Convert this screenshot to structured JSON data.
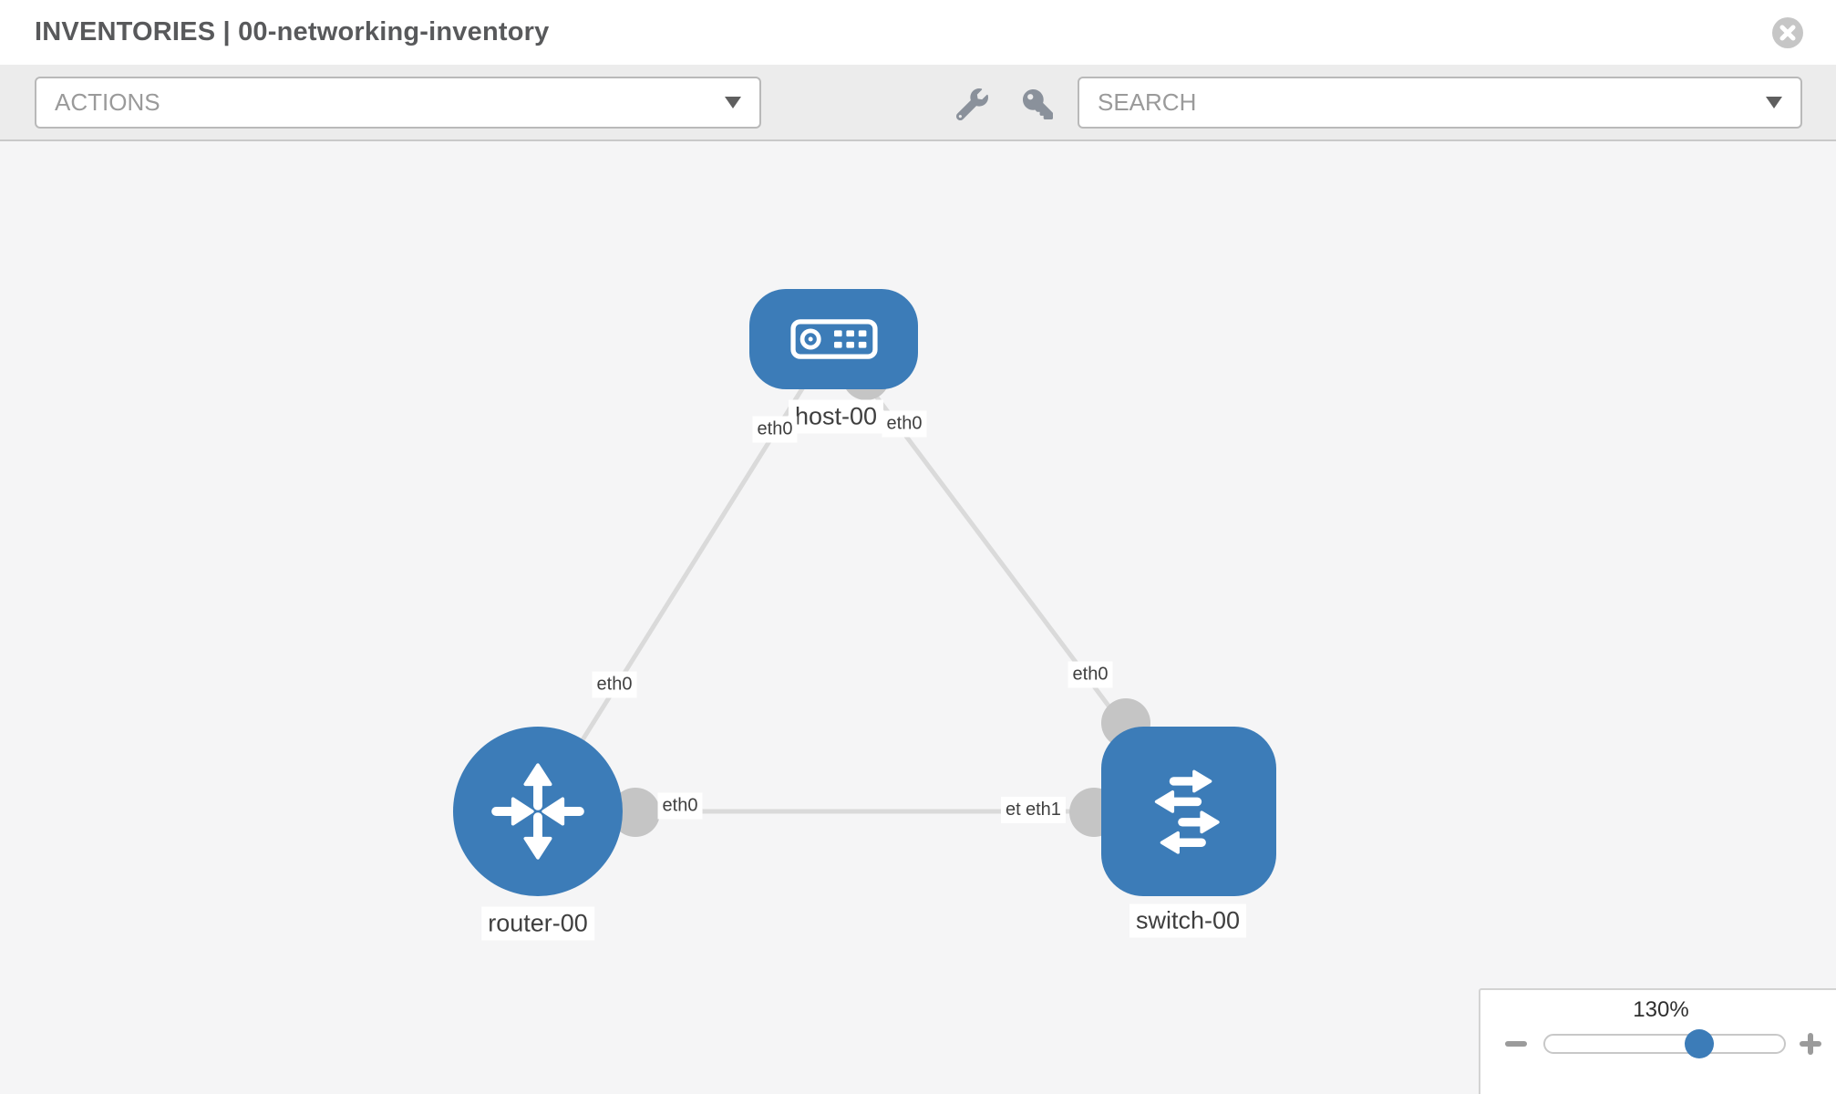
{
  "header": {
    "title": "INVENTORIES | 00-networking-inventory"
  },
  "toolbar": {
    "actions_label": "ACTIONS",
    "search_label": "SEARCH",
    "tool_icons": [
      "wrench-icon",
      "key-icon"
    ]
  },
  "canvas": {
    "zoom": {
      "level": "130%",
      "percent": 130
    },
    "nodes": [
      {
        "id": "host-00",
        "label": "host-00",
        "type": "host"
      },
      {
        "id": "router-00",
        "label": "router-00",
        "type": "router"
      },
      {
        "id": "switch-00",
        "label": "switch-00",
        "type": "switch"
      }
    ],
    "links": [
      {
        "source": "host-00",
        "target": "router-00",
        "source_interface": "eth0",
        "target_interface": "eth0"
      },
      {
        "source": "host-00",
        "target": "switch-00",
        "source_interface": "eth0",
        "target_interface": "eth0"
      },
      {
        "source": "router-00",
        "target": "switch-00",
        "source_interface": "eth0",
        "target_interface": "eth1",
        "target_interface_overlapped": "eth0"
      }
    ]
  },
  "colors": {
    "node-blue": "#3c7cb8",
    "link-gray": "#dadada",
    "connector-gray": "#c5c5c5",
    "canvas-bg": "#f5f5f6",
    "toolbar-bg": "#ececec"
  }
}
